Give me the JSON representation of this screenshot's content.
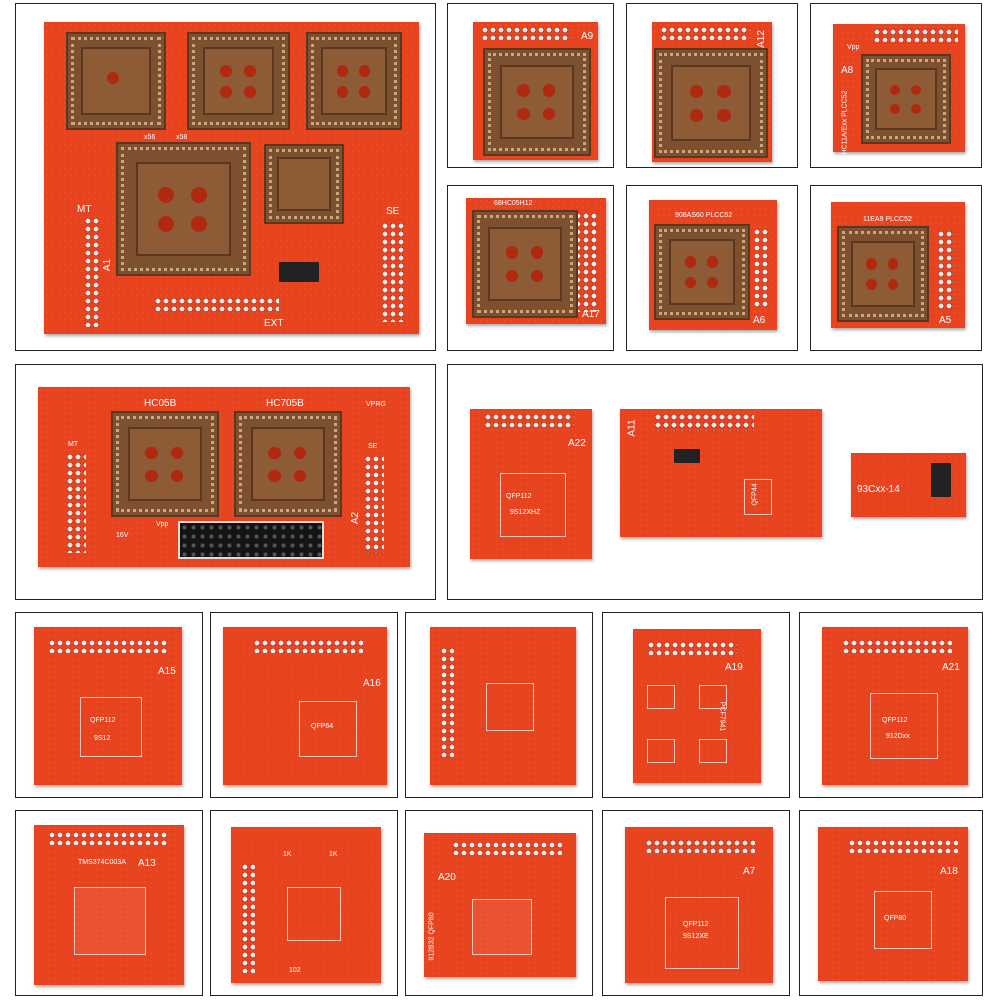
{
  "image": {
    "background": "#ffffff",
    "board_color": "#e8431f",
    "socket_color": "#7d5030"
  },
  "boards": {
    "main_board": {
      "mt": "MT",
      "se": "SE",
      "a1": "A1",
      "ext": "EXT",
      "x56": "x56",
      "x58": "x58"
    },
    "a9": {
      "label": "A9"
    },
    "a12": {
      "label": "A12"
    },
    "a8": {
      "label": "A8",
      "vpp": "Vpp",
      "plcc": "HC11A/Exx PLCC52"
    },
    "a17": {
      "label": "A17",
      "title": "68HC05H12"
    },
    "a6": {
      "label": "A6",
      "title": "908AS60 PLCC52"
    },
    "a5": {
      "label": "A5",
      "title": "11EA9 PLCC52"
    },
    "a2": {
      "label": "A2",
      "hc05b": "HC05B",
      "hc705b": "HC705B",
      "vprg": "VPRG",
      "mt": "MT",
      "se": "SE",
      "vpp": "Vpp",
      "v16": "16V"
    },
    "a22": {
      "label": "A22",
      "qfp": "QFP112",
      "chip": "9S12XHZ"
    },
    "a11": {
      "label": "A11",
      "qfp": "QFP44"
    },
    "c93": {
      "label": "93Cxx-14"
    },
    "a15": {
      "label": "A15",
      "qfp": "QFP112",
      "chip": "9S12"
    },
    "a16": {
      "label": "A16",
      "qfp": "QFP64"
    },
    "a19": {
      "label": "A19",
      "pcf": "PCF7941"
    },
    "a21": {
      "label": "A21",
      "qfp": "QFP112",
      "chip": "912Dxx"
    },
    "a13": {
      "label": "A13",
      "title": "TMS374C003A"
    },
    "r1k": {
      "left": "1K",
      "right": "1K",
      "bottom": "102"
    },
    "a20": {
      "label": "A20",
      "side": "912B32 QFP80"
    },
    "a7": {
      "label": "A7",
      "qfp": "QFP112",
      "chip": "9S12XE"
    },
    "a18": {
      "label": "A18",
      "qfp": "QFP80"
    }
  }
}
